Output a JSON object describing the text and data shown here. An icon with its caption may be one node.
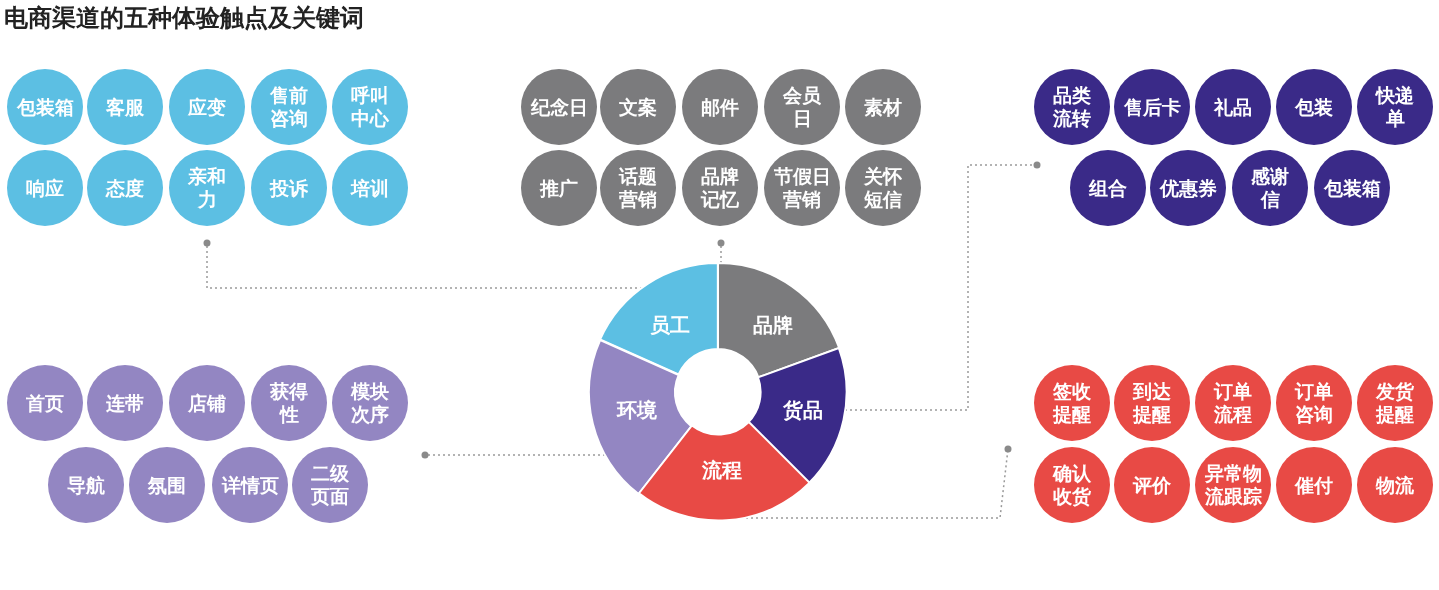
{
  "diagram": {
    "title": "电商渠道的五种体验触点及关键词",
    "nodes": [
      {
        "text": [
          "包装箱"
        ]
      },
      {
        "text": [
          "客服"
        ]
      },
      {
        "text": [
          "应变"
        ]
      },
      {
        "text": [
          "售前咨询"
        ]
      },
      {
        "text": [
          "呼叫中心"
        ]
      },
      {
        "text": [
          "响应"
        ]
      },
      {
        "text": [
          "态度"
        ]
      },
      {
        "text": [
          "亲和力"
        ]
      },
      {
        "text": [
          "投诉"
        ]
      },
      {
        "text": [
          "培训"
        ]
      },
      {
        "text": [
          "纪念日"
        ]
      },
      {
        "text": [
          "文案"
        ]
      },
      {
        "text": [
          "邮件"
        ]
      },
      {
        "text": [
          "会员日"
        ]
      },
      {
        "text": [
          "素材"
        ]
      },
      {
        "text": [
          "推广"
        ]
      },
      {
        "text": [
          "话题营销"
        ]
      },
      {
        "text": [
          "品牌记忆"
        ]
      },
      {
        "text": [
          "节假日营销"
        ]
      },
      {
        "text": [
          "关怀短信"
        ]
      },
      {
        "text": [
          "品类流转"
        ]
      },
      {
        "text": [
          "售后卡"
        ]
      },
      {
        "text": [
          "礼品"
        ]
      },
      {
        "text": [
          "包装"
        ]
      },
      {
        "text": [
          "快递单"
        ]
      },
      {
        "text": [
          "组合"
        ]
      },
      {
        "text": [
          "优惠券"
        ]
      },
      {
        "text": [
          "感谢信"
        ]
      },
      {
        "text": [
          "包装箱"
        ]
      },
      {
        "text": [
          "员工"
        ]
      },
      {
        "text": [
          "品牌"
        ]
      },
      {
        "text": [
          "货品"
        ]
      },
      {
        "text": [
          "环境"
        ]
      },
      {
        "text": [
          "流程"
        ]
      },
      {
        "text": [
          "首页"
        ]
      },
      {
        "text": [
          "连带"
        ]
      },
      {
        "text": [
          "店铺"
        ]
      },
      {
        "text": [
          "获得性"
        ]
      },
      {
        "text": [
          "模块次序"
        ]
      },
      {
        "text": [
          "导航"
        ]
      },
      {
        "text": [
          "氛围"
        ]
      },
      {
        "text": [
          "详情页"
        ]
      },
      {
        "text": [
          "二级页面"
        ]
      },
      {
        "text": [
          "签收提醒"
        ]
      },
      {
        "text": [
          "到达提醒"
        ]
      },
      {
        "text": [
          "订单流程"
        ]
      },
      {
        "text": [
          "订单咨询"
        ]
      },
      {
        "text": [
          "发货提醒"
        ]
      },
      {
        "text": [
          "确认收货"
        ]
      },
      {
        "text": [
          "评价"
        ]
      },
      {
        "text": [
          "异常物流跟踪"
        ]
      },
      {
        "text": [
          "催付"
        ]
      },
      {
        "text": [
          "物流"
        ]
      }
    ],
    "edges": [
      {
        "from": 29,
        "to": 7,
        "arrow": "other"
      },
      {
        "from": 30,
        "to": 17,
        "arrow": "other"
      },
      {
        "from": 31,
        "to": 20,
        "arrow": "other"
      },
      {
        "from": 32,
        "to": 38,
        "arrow": "other"
      },
      {
        "from": 33,
        "to": 48,
        "arrow": "other"
      }
    ]
  }
}
